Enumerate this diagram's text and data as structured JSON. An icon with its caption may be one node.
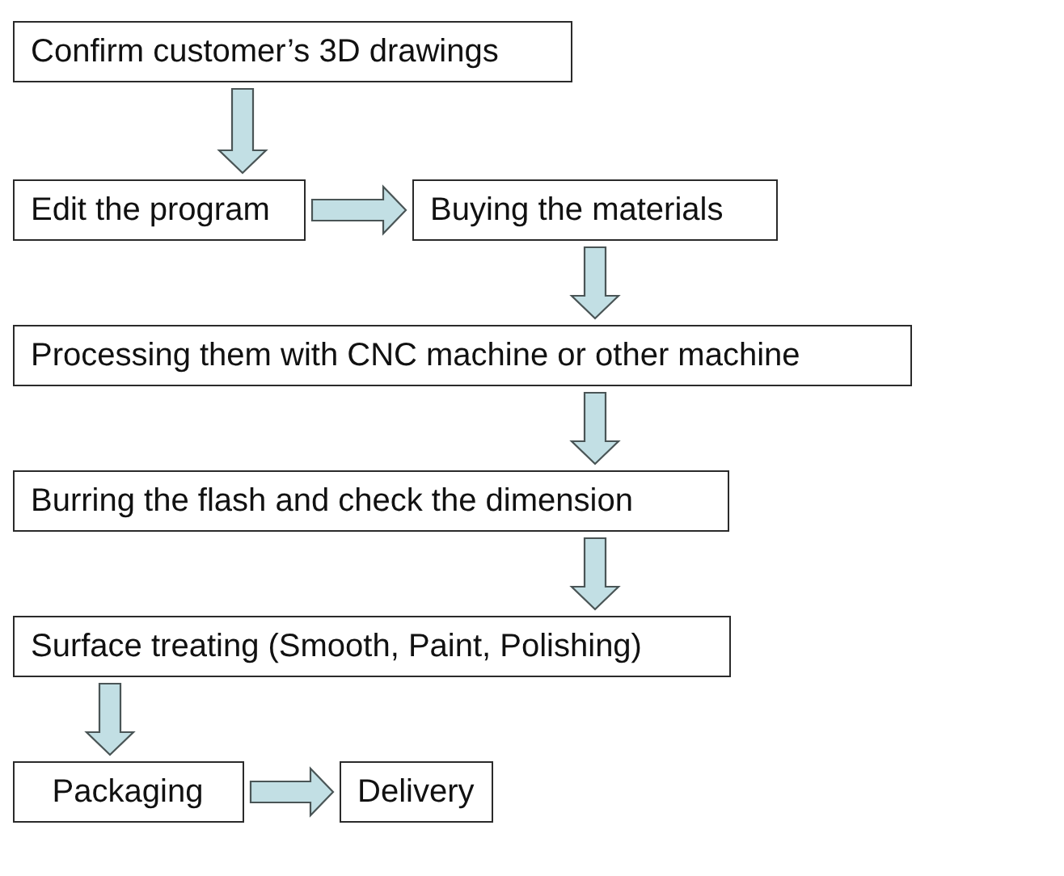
{
  "diagram": {
    "nodes": [
      {
        "text": [
          "Confirm customer’s 3D drawings"
        ]
      },
      {
        "text": [
          "Edit the program"
        ]
      },
      {
        "text": [
          "Buying the materials"
        ]
      },
      {
        "text": [
          "Processing them with CNC machine or other machine"
        ]
      },
      {
        "text": [
          "Burring the flash and check the dimension"
        ]
      },
      {
        "text": [
          "Surface treating (Smooth, Paint, Polishing)"
        ]
      },
      {
        "text": [
          "Packaging"
        ]
      },
      {
        "text": [
          "Delivery"
        ]
      }
    ],
    "edges": [
      {
        "from": 0,
        "to": 1,
        "arrow": "to"
      },
      {
        "from": 1,
        "to": 2,
        "arrow": "to"
      },
      {
        "from": 2,
        "to": 3,
        "arrow": "to"
      },
      {
        "from": 3,
        "to": 4,
        "arrow": "to"
      },
      {
        "from": 4,
        "to": 5,
        "arrow": "to"
      },
      {
        "from": 5,
        "to": 6,
        "arrow": "to"
      },
      {
        "from": 6,
        "to": 7,
        "arrow": "to"
      }
    ]
  }
}
